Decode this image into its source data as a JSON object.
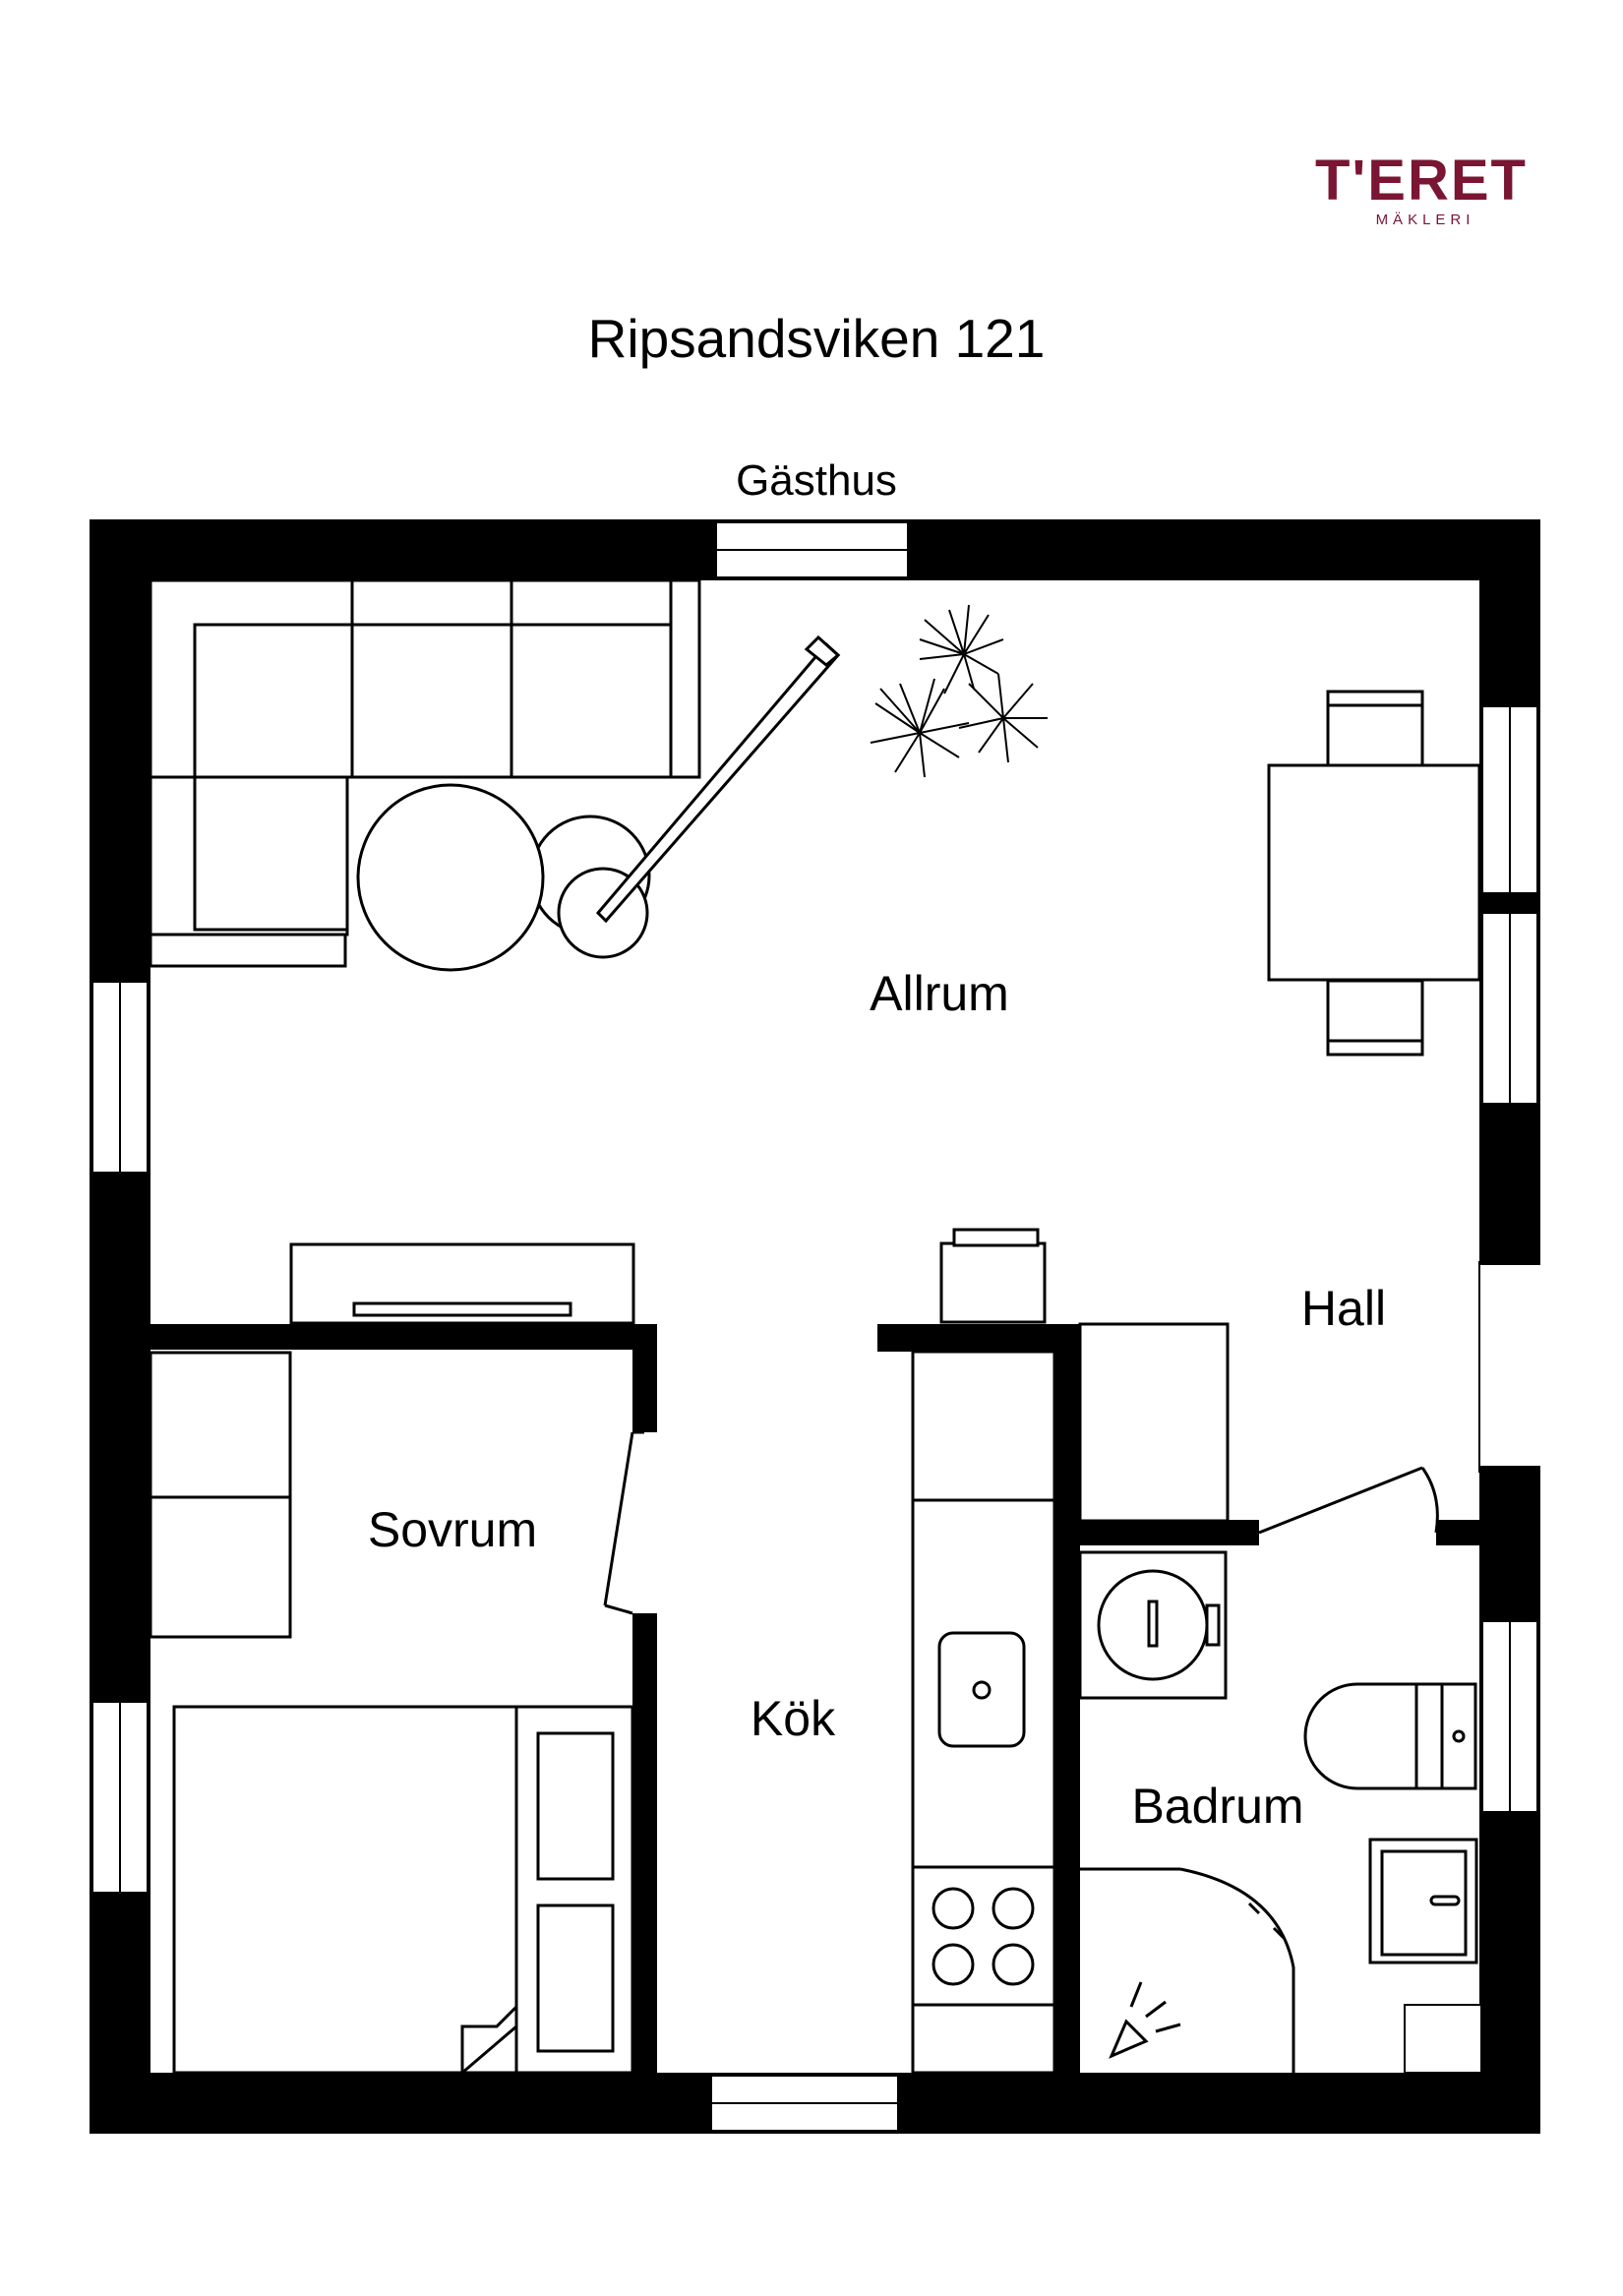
{
  "logo": {
    "main": "T'ERET",
    "sub": "MÄKLERI",
    "color": "#7a1533"
  },
  "title": "Ripsandsviken 121",
  "plan": {
    "top_label": "Gästhus",
    "rooms": {
      "allrum": "Allrum",
      "hall": "Hall",
      "sovrum": "Sovrum",
      "kok": "Kök",
      "badrum": "Badrum"
    }
  },
  "colors": {
    "wall": "#000000",
    "background": "#ffffff"
  }
}
